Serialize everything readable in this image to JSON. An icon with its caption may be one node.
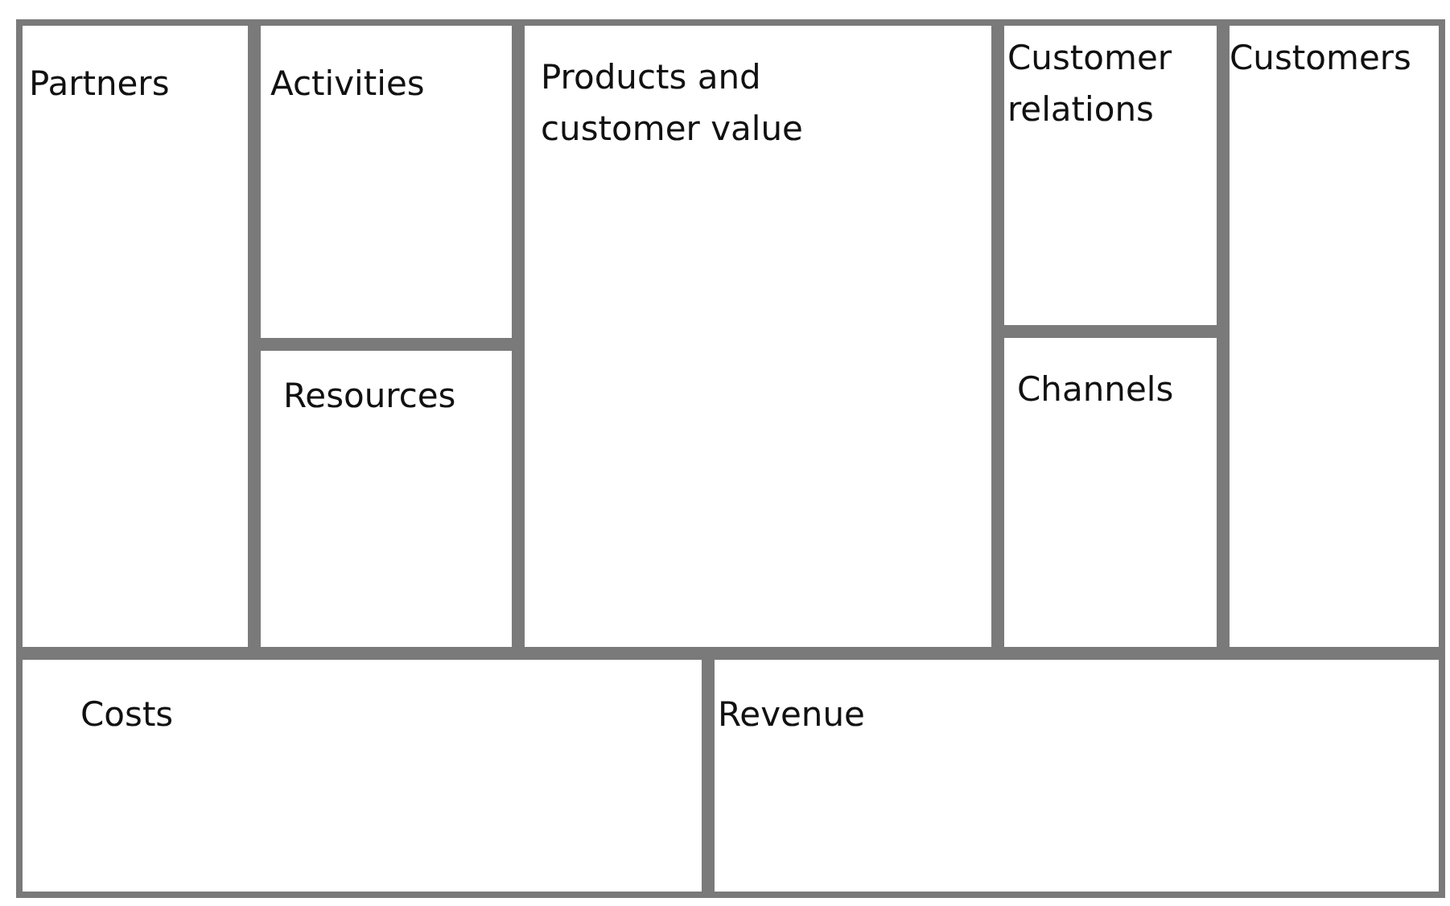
{
  "diagram": {
    "nodes": [
      {
        "text": [
          "Partners"
        ]
      },
      {
        "text": [
          "Activities"
        ]
      },
      {
        "text": [
          "Resources"
        ]
      },
      {
        "text": [
          "Products and customer value"
        ]
      },
      {
        "text": [
          "Customer relations"
        ]
      },
      {
        "text": [
          "Channels"
        ]
      },
      {
        "text": [
          "Customers"
        ]
      },
      {
        "text": [
          "Costs"
        ]
      },
      {
        "text": [
          "Revenue"
        ]
      }
    ]
  }
}
